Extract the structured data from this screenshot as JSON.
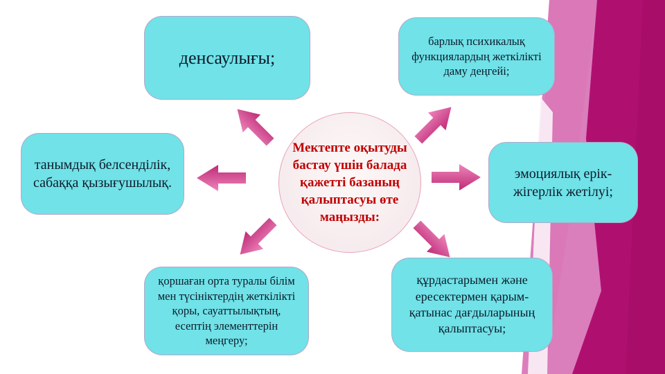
{
  "slide": {
    "background": "#ffffff",
    "center": {
      "text": "Мектепте оқытуды бастау үшін балада қажетті базаның қалыптасуы өте маңызды:",
      "text_color": "#c00000",
      "fill": "#f7edef",
      "border_color": "#e7a2b8"
    },
    "boxes": [
      {
        "id": "top-left",
        "text": "денсаулығы;"
      },
      {
        "id": "top-right",
        "text": "барлық психикалық функциялардың жеткілікті даму деңгейі;"
      },
      {
        "id": "left",
        "text": "танымдық белсенділік, сабаққа қызығушылық."
      },
      {
        "id": "right",
        "text": "эмоциялық ерік- жігерлік жетілуі;"
      },
      {
        "id": "bottom-left",
        "text": "қоршаған орта туралы білім мен түсініктердің жеткілікті қоры, сауаттылықтың, есептің элементтерін меңгеру;"
      },
      {
        "id": "bottom-right",
        "text": "құрдастарымен және ересектермен қарым- қатынас дағдыларының қалыптасуы;"
      }
    ],
    "box_style": {
      "fill": "#70e2e8",
      "text_color": "#0d1b2a",
      "border_color": "#c49ac0"
    },
    "arrows": {
      "directions": [
        "up-left",
        "up-right",
        "left",
        "right",
        "down-left",
        "down-right"
      ],
      "gradient_light": "#ed85bb",
      "gradient_dark": "#be2b77"
    },
    "decoration": {
      "light_pink": "#db7ebc",
      "mid_pink": "#d873b4",
      "deep_magenta": "#af1070",
      "dark_edge": "#9d0b62",
      "white_facet": "#fbf3f8"
    }
  }
}
